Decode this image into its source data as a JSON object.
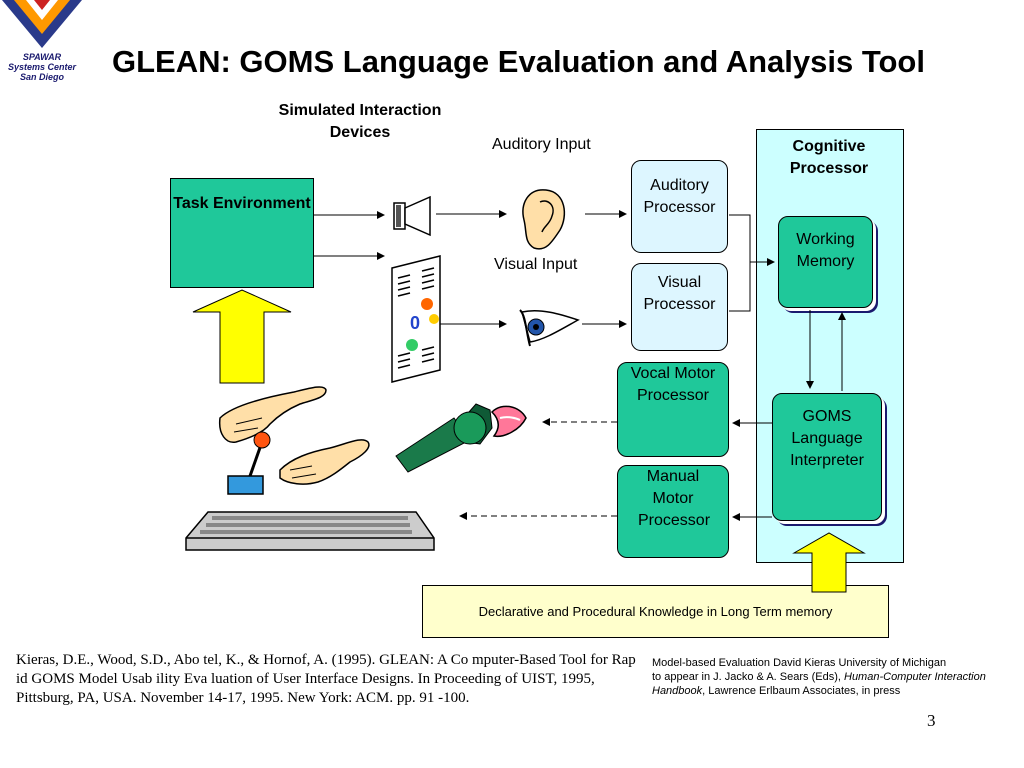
{
  "header": {
    "title": "GLEAN: GOMS Language Evaluation and Analysis Tool",
    "logo_lines": [
      "SPAWAR",
      "Systems Center",
      "San Diego"
    ]
  },
  "diagram": {
    "section_label": "Simulated Interaction Devices",
    "task_environment": "Task Environment",
    "auditory_input": "Auditory Input",
    "visual_input": "Visual Input",
    "cognitive_processor": "Cognitive Processor",
    "auditory_processor": "Auditory Processor",
    "visual_processor": "Visual Processor",
    "vocal_motor_processor": "Vocal Motor Processor",
    "manual_motor_processor": "Manual Motor Processor",
    "working_memory": "Working Memory",
    "goms_interpreter": "GOMS Language Interpreter",
    "long_term_memory": "Declarative and Procedural Knowledge in Long Term memory",
    "screen_digit": "0",
    "colors": {
      "green": "#1fc89a",
      "light_cyan": "#ccffff",
      "light_box": "#ddf6ff",
      "yellow_arrow": "#ffff00",
      "ltm_box": "#ffffcc",
      "mic_green": "#1a7a4a",
      "lips": "#ff7799"
    }
  },
  "footer": {
    "citation": "Kieras, D.E., Wood, S.D., Abo tel, K., & Hornof, A. (1995). GLEAN: A Co mputer-Based Tool for Rap id GOMS Model Usab ility Eva luation of User Interface Designs. In Proceeding of UIST, 1995, Pittsburg, PA, USA. November 14-17, 1995. New York: ACM. pp. 91 -100.",
    "source_line1": "Model-based Evaluation David Kieras University of Michigan",
    "source_line2": "to appear in J. Jacko & A. Sears (Eds),",
    "source_italic": "Human-Computer Interaction Handbook",
    "source_line3": ", Lawrence Erlbaum Associates, in press",
    "page_number": "3"
  }
}
